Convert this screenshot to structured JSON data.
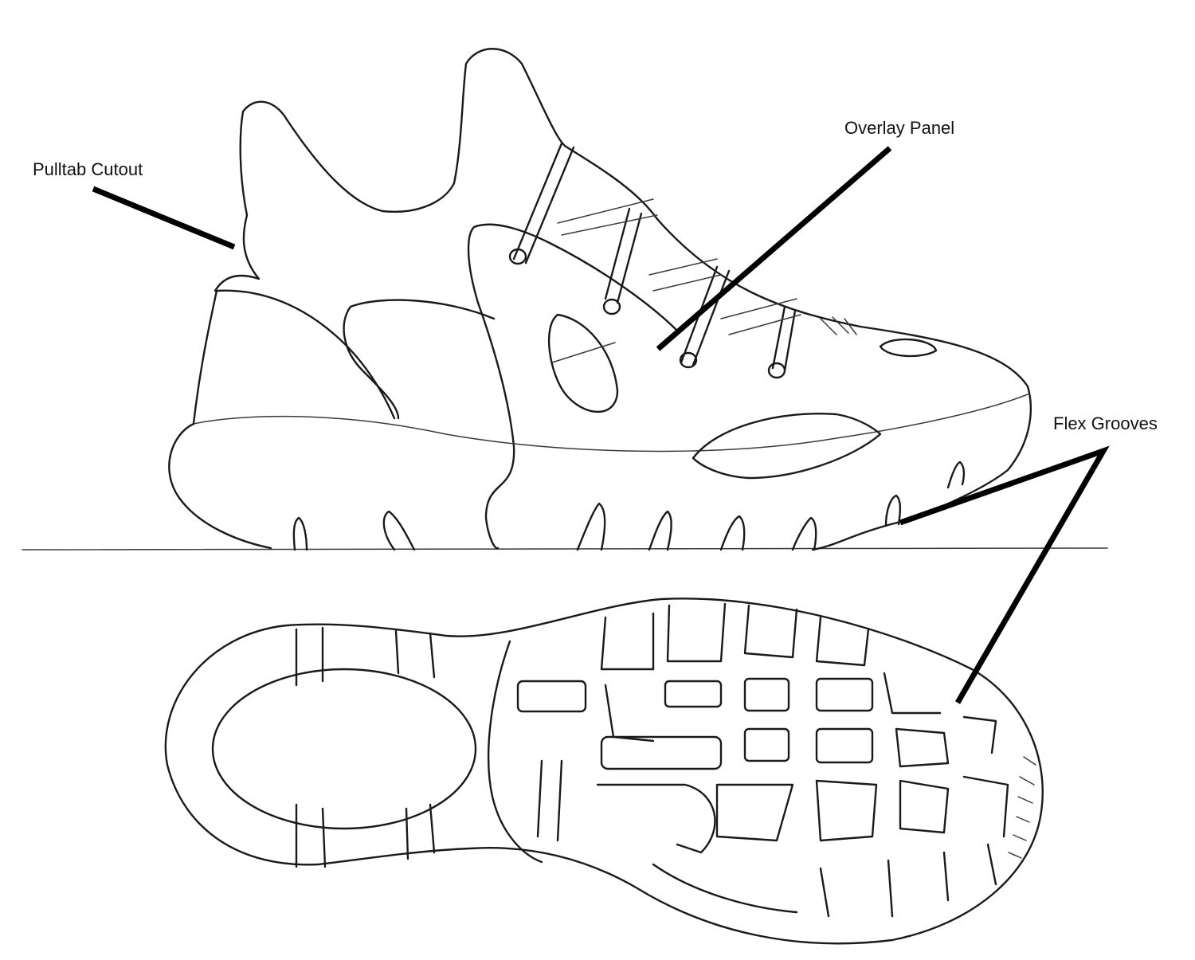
{
  "labels": {
    "pulltab": "Pulltab Cutout",
    "overlay": "Overlay Panel",
    "flex": "Flex Grooves"
  },
  "colors": {
    "ink": "#1a1a1a",
    "paper": "#ffffff"
  }
}
